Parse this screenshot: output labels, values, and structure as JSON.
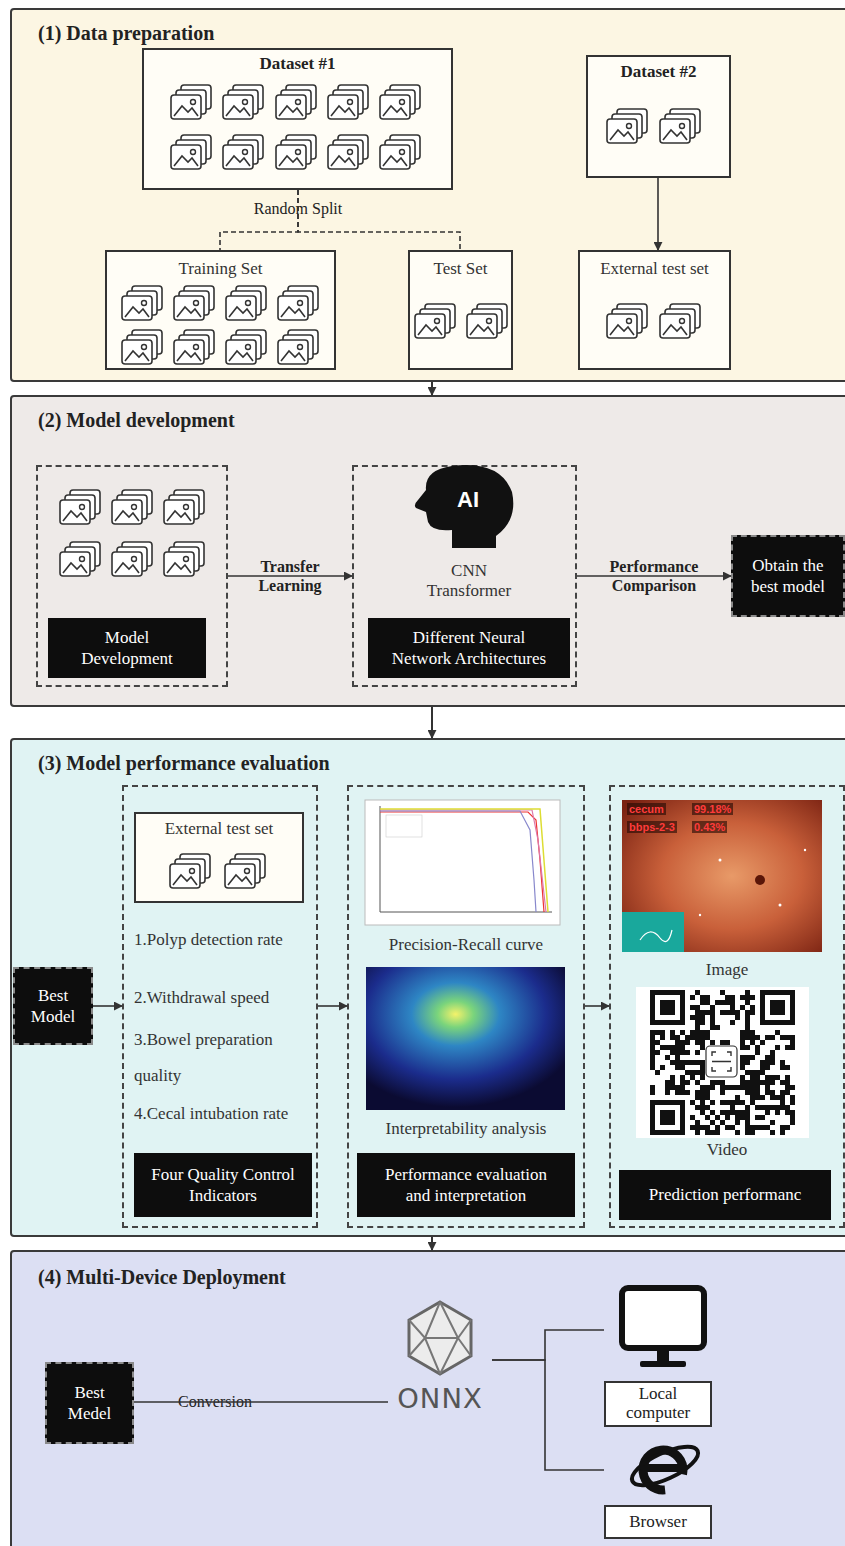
{
  "diagram": {
    "nodes": [
      {
        "text": [
          "(1) Data preparation"
        ]
      },
      {
        "text": [
          "Dataset #1"
        ],
        "in": 0
      },
      {
        "text": [
          "Dataset #2"
        ],
        "in": 0
      },
      {
        "text": [
          "Training Set"
        ],
        "in": 0
      },
      {
        "text": [
          "Test Set"
        ],
        "in": 0
      },
      {
        "text": [
          "External test set"
        ],
        "in": 0
      },
      {
        "text": [
          "(2) Model development"
        ]
      },
      {
        "text": [
          "Model Development"
        ],
        "in": 6
      },
      {
        "text": [
          "CNN Transformer",
          "Different Neural Network Architectures"
        ],
        "in": 6
      },
      {
        "text": [
          "Obtain the best model"
        ],
        "in": 6
      },
      {
        "text": [
          "(3) Model performance evaluation"
        ]
      },
      {
        "text": [
          "Best Model"
        ],
        "in": 10
      },
      {
        "text": [
          "1.Polyp detection rate",
          "2.Withdrawal speed",
          "3.Bowel preparation quality",
          "4.Cecal intubation rate",
          "Four Quality Control Indicators"
        ],
        "in": 10
      },
      {
        "text": [
          "External test set"
        ],
        "in": 12
      },
      {
        "text": [
          "Precision-Recall curve",
          "Interpretability analysis",
          "Performance evaluation and interpretation"
        ],
        "in": 10
      },
      {
        "text": [
          "Image",
          "Video",
          "Prediction performanc"
        ],
        "in": 10
      },
      {
        "text": [
          "(4) Multi-Device Deployment"
        ]
      },
      {
        "text": [
          "Best Medel"
        ],
        "in": 16
      },
      {
        "text": [
          "ONNX"
        ],
        "in": 16
      },
      {
        "text": [
          "Local computer"
        ],
        "in": 16
      },
      {
        "text": [
          "Browser"
        ],
        "in": 16
      }
    ],
    "edges": [
      {
        "from": 1,
        "to": 3,
        "arrow": "none",
        "label": "Random Split"
      },
      {
        "from": 1,
        "to": 4,
        "arrow": "none"
      },
      {
        "from": 2,
        "to": 5,
        "arrow": "to"
      },
      {
        "from": 0,
        "to": 6,
        "arrow": "to"
      },
      {
        "from": 7,
        "to": 8,
        "arrow": "to",
        "label": "Transfer Learning"
      },
      {
        "from": 8,
        "to": 9,
        "arrow": "to",
        "label": "Performance Comparison"
      },
      {
        "from": 6,
        "to": 10,
        "arrow": "to"
      },
      {
        "from": 11,
        "to": 12,
        "arrow": "to"
      },
      {
        "from": 12,
        "to": 14,
        "arrow": "to"
      },
      {
        "from": 14,
        "to": 15,
        "arrow": "to"
      },
      {
        "from": 10,
        "to": 16,
        "arrow": "to"
      },
      {
        "from": 17,
        "to": 18,
        "arrow": "none",
        "label": "Conversion"
      },
      {
        "from": 18,
        "to": 19,
        "arrow": "none"
      },
      {
        "from": 18,
        "to": 20,
        "arrow": "none"
      }
    ],
    "labels": [
      "AI",
      "cecum",
      "99.18%",
      "bbps-2-3",
      "0.43%"
    ]
  }
}
